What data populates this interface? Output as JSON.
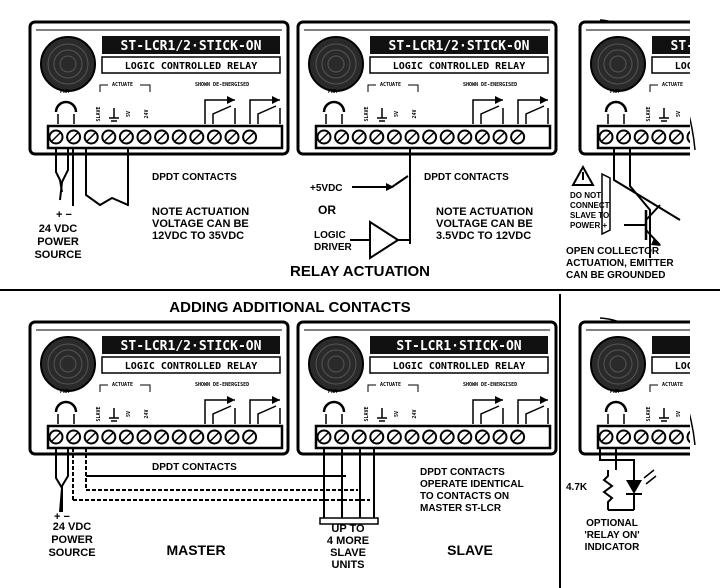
{
  "module": {
    "title_a": "ST-LCR1/2·STICK-ON",
    "title_b": "ST-LCR1·STICK-ON",
    "title_partial": "ST",
    "subtitle": "LOGIC CONTROLLED RELAY",
    "pwr": "PWR",
    "actuate": "ACTUATE",
    "shown": "SHOWN DE-ENERGISED",
    "pin_slave": "SLAVE",
    "pin_5v": "5V",
    "pin_24v": "24V",
    "sign": "+ −"
  },
  "panel1": {
    "source_lines": [
      "24 VDC",
      "POWER",
      "SOURCE"
    ],
    "dpdt": "DPDT CONTACTS",
    "note_lines": [
      "NOTE ACTUATION",
      "VOLTAGE CAN BE",
      "12VDC TO 35VDC"
    ]
  },
  "panel2": {
    "v5": "+5VDC",
    "or": "OR",
    "logic_lines": [
      "LOGIC",
      "DRIVER"
    ],
    "dpdt": "DPDT CONTACTS",
    "note_lines": [
      "NOTE ACTUATION",
      "VOLTAGE CAN BE",
      "3.5VDC TO 12VDC"
    ]
  },
  "panel3": {
    "warn_lines": [
      "DO NOT",
      "CONNECT",
      "SLAVE TO",
      "POWER +"
    ],
    "oc_lines": [
      "OPEN COLLECTOR",
      "ACTUATION, EMITTER",
      "CAN BE GROUNDED"
    ]
  },
  "section_top": "RELAY ACTUATION",
  "section_bottom": "ADDING ADDITIONAL CONTACTS",
  "panel4": {
    "dpdt": "DPDT CONTACTS",
    "source_lines": [
      "24 VDC",
      "POWER",
      "SOURCE"
    ],
    "master": "MASTER"
  },
  "panel5": {
    "dpdt_lines": [
      "DPDT CONTACTS",
      "OPERATE IDENTICAL",
      "TO CONTACTS ON",
      "MASTER ST-LCR"
    ],
    "up_lines": [
      "UP TO",
      "4 MORE",
      "SLAVE",
      "UNITS"
    ],
    "slave": "SLAVE"
  },
  "panel6": {
    "res": "4.7K",
    "ind_lines": [
      "OPTIONAL",
      "'RELAY ON'",
      "INDICATOR"
    ]
  }
}
